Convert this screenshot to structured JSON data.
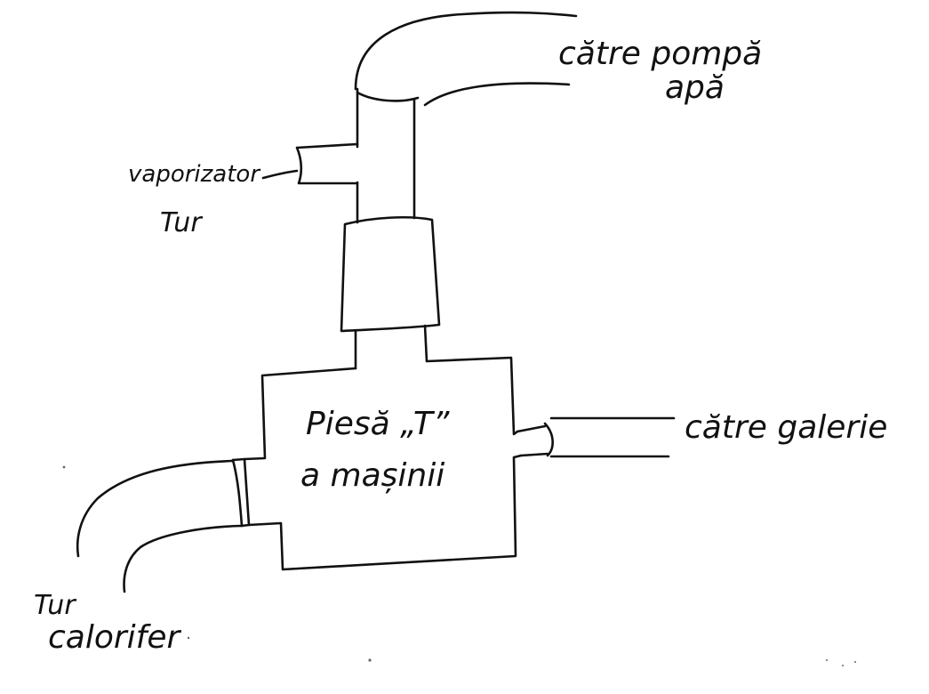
{
  "diagram": {
    "labels": {
      "pump_line1": "către pompă",
      "pump_line2": "apă",
      "vaporizator_line1": "vaporizator",
      "vaporizator_line2": "Tur",
      "t_piece_line1": "Piesă „T”",
      "t_piece_line2": "a mașinii",
      "manifold": "către galerie",
      "heater_line1": "Tur",
      "heater_line2": "calorifer"
    },
    "ink_color": "#111111",
    "background_color": "#ffffff"
  }
}
